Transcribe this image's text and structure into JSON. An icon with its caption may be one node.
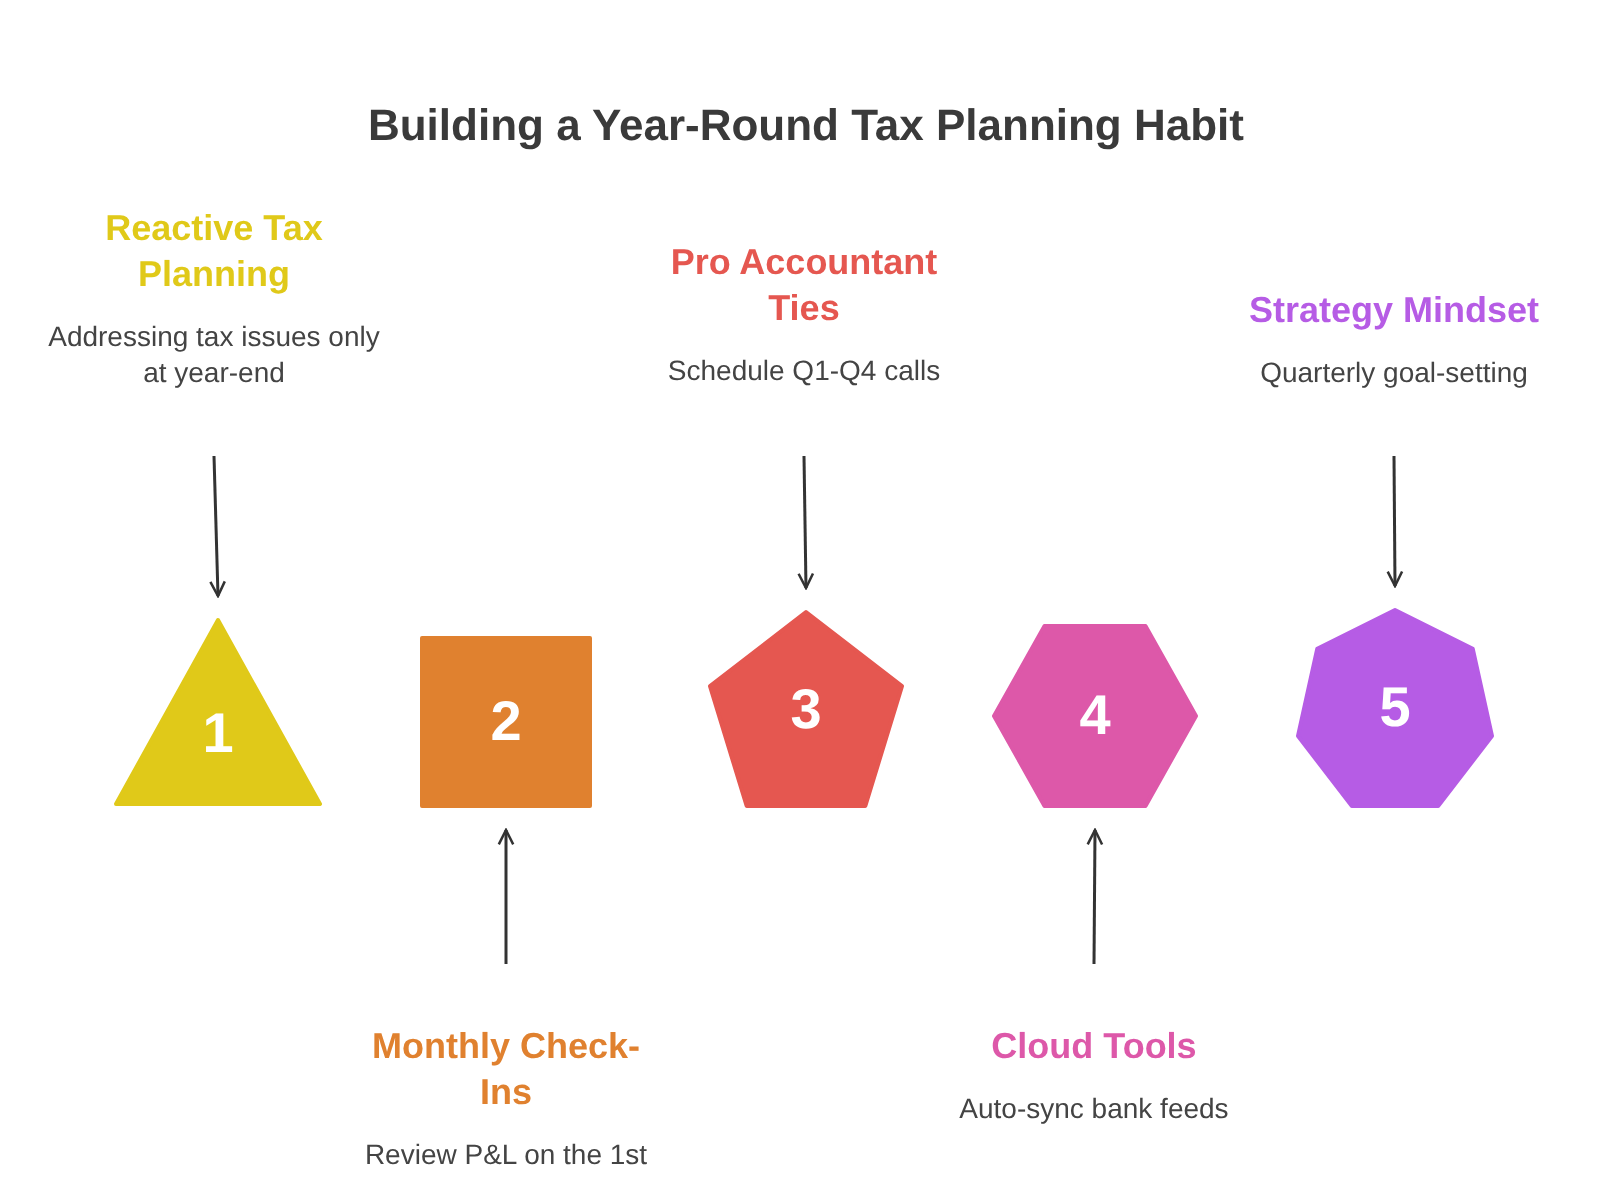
{
  "diagram": {
    "title": "Building a Year-Round Tax Planning Habit",
    "nodes": [
      {
        "text": [
          "Reactive Tax Planning",
          "Addressing tax issues only at year-end"
        ]
      },
      {
        "text": [
          "Pro Accountant Ties",
          "Schedule Q1-Q4 calls"
        ]
      },
      {
        "text": [
          "Strategy Mindset",
          "Quarterly goal-setting"
        ]
      },
      {
        "text": [
          "1"
        ]
      },
      {
        "text": [
          "2"
        ]
      },
      {
        "text": [
          "3"
        ]
      },
      {
        "text": [
          "4"
        ]
      },
      {
        "text": [
          "5"
        ]
      },
      {
        "text": [
          "Monthly Check-Ins",
          "Review P&L on the 1st"
        ]
      },
      {
        "text": [
          "Cloud Tools",
          "Auto-sync bank feeds"
        ]
      }
    ],
    "edges": [
      {
        "from": 0,
        "to": 3,
        "arrow": "to"
      },
      {
        "from": 8,
        "to": 4,
        "arrow": "to"
      },
      {
        "from": 1,
        "to": 5,
        "arrow": "to"
      },
      {
        "from": 9,
        "to": 6,
        "arrow": "to"
      },
      {
        "from": 2,
        "to": 7,
        "arrow": "to"
      }
    ]
  }
}
